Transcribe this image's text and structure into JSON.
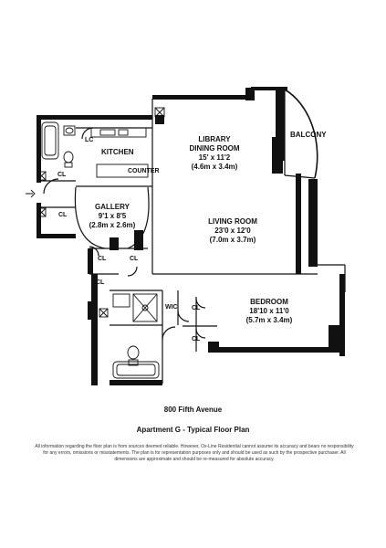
{
  "rooms": {
    "library": {
      "name_line1": "LIBRARY",
      "name_line2": "DINING ROOM",
      "dims": "15' x 11'2",
      "metric": "(4.6m x 3.4m)"
    },
    "balcony": {
      "name": "BALCONY"
    },
    "kitchen": {
      "name": "KITCHEN",
      "counter": "COUNTER"
    },
    "living": {
      "name": "LIVING ROOM",
      "dims": "23'0 x 12'0",
      "metric": "(7.0m x 3.7m)"
    },
    "gallery": {
      "name": "GALLERY",
      "dims": "9'1 x 8'5",
      "metric": "(2.8m x 2.6m)"
    },
    "bedroom": {
      "name": "BEDROOM",
      "dims": "18'10 x 11'0",
      "metric": "(5.7m x 3.4m)"
    },
    "lc": "LC",
    "cl": "CL",
    "wic": "WIC"
  },
  "caption": {
    "address": "800 Fifth Avenue",
    "plan_title": "Apartment G - Typical Floor Plan"
  },
  "disclaimer": "All information regarding the floor plan is from sources deemed reliable. However, Ox-Line Residential cannot assume its accuracy and bears no responsibility for any errors, omissions or misstatements. The plan is for representation purposes only and should be used as such by the prospective purchaser. All dimensions are approximate and should be re-measured for absolute accuracy."
}
